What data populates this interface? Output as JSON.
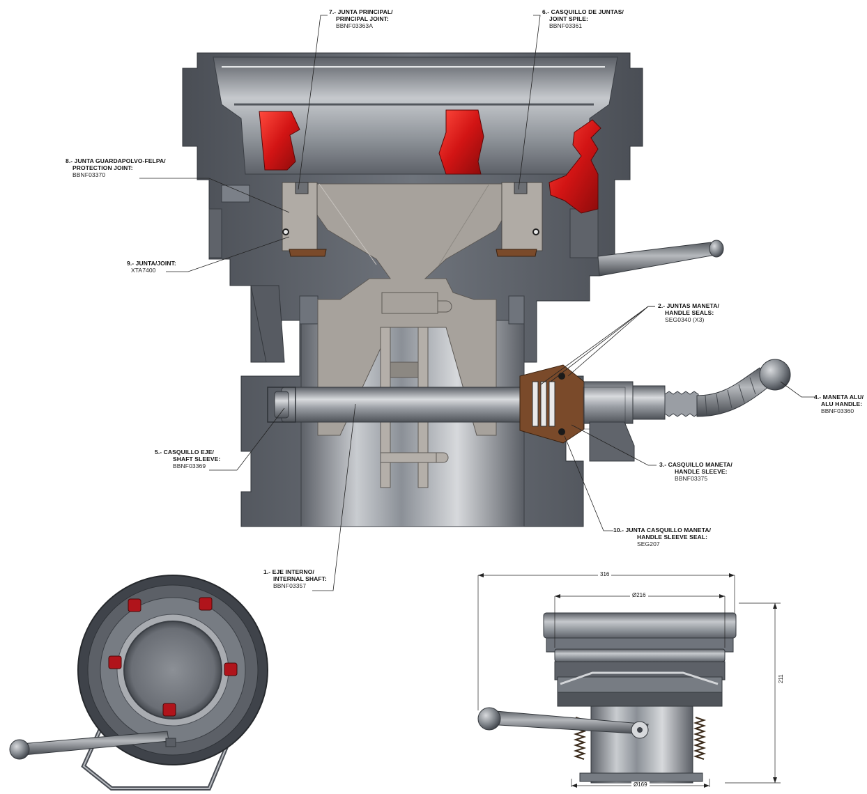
{
  "colors": {
    "steel_dark": "#3f434a",
    "steel_mid": "#6e737b",
    "steel_light": "#b9bcc1",
    "seal_red": "#d21414",
    "bronze": "#7a4a2a",
    "cone_grey": "#a7a29c"
  },
  "labels": {
    "l1": {
      "title1": "1.- EJE INTERNO/",
      "title2": "INTERNAL SHAFT:",
      "code": "BBNF03357"
    },
    "l2": {
      "title1": "2.- JUNTAS MANETA/",
      "title2": "HANDLE SEALS:",
      "code": "SEG0340 (X3)"
    },
    "l3": {
      "title1": "3.- CASQUILLO MANETA/",
      "title2": "HANDLE SLEEVE:",
      "code": "BBNF03375"
    },
    "l4": {
      "title1": "4.- MANETA ALU/",
      "title2": "ALU HANDLE:",
      "code": "BBNF03360"
    },
    "l5": {
      "title1": "5.- CASQUILLO EJE/",
      "title2": "SHAFT SLEEVE:",
      "code": "BBNF03369"
    },
    "l6": {
      "title1": "6.- CASQUILLO DE JUNTAS/",
      "title2": "JOINT SPILE:",
      "code": "BBNF03361"
    },
    "l7": {
      "title1": "7.- JUNTA PRINCIPAL/",
      "title2": "PRINCIPAL JOINT:",
      "code": "BBNF03363A"
    },
    "l8": {
      "title1": "8.- JUNTA GUARDAPOLVO-FELPA/",
      "title2": "PROTECTION JOINT:",
      "code": "BBNF03370"
    },
    "l9": {
      "title1": "9.- JUNTA/JOINT:",
      "code": "XTA7400"
    },
    "l10": {
      "title1": "10.- JUNTA CASQUILLO MANETA/",
      "title2": "HANDLE SLEEVE SEAL:",
      "code": "SEG207"
    }
  },
  "dimensions": {
    "overall_width": "316",
    "top_diameter": "Ø216",
    "height": "211",
    "bottom_diameter": "Ø169"
  }
}
